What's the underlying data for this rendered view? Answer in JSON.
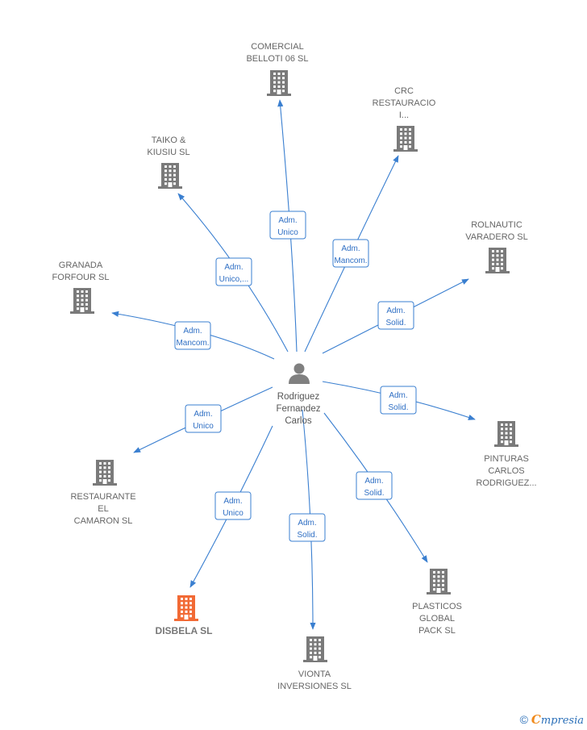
{
  "center": {
    "lines": [
      "Rodriguez",
      "Fernandez",
      "Carlos"
    ]
  },
  "colors": {
    "edge": "#3a7fd0",
    "company": "#7a7a7a",
    "highlight": "#f26a35",
    "person": "#808080"
  },
  "companies": [
    {
      "id": "comercial-belloti",
      "lines": [
        "COMERCIAL",
        "BELLOTI 06 SL"
      ],
      "role": [
        "Adm.",
        "Unico"
      ],
      "highlight": false
    },
    {
      "id": "crc-restauracio",
      "lines": [
        "CRC",
        "RESTAURACIO",
        "I..."
      ],
      "role": [
        "Adm.",
        "Mancom."
      ],
      "highlight": false
    },
    {
      "id": "taiko-kiusiu",
      "lines": [
        "TAIKO &",
        "KIUSIU SL"
      ],
      "role": [
        "Adm.",
        "Unico,..."
      ],
      "highlight": false
    },
    {
      "id": "rolnautic-varadero",
      "lines": [
        "ROLNAUTIC",
        "VARADERO SL"
      ],
      "role": [
        "Adm.",
        "Solid."
      ],
      "highlight": false
    },
    {
      "id": "granada-forfour",
      "lines": [
        "GRANADA",
        "FORFOUR  SL"
      ],
      "role": [
        "Adm.",
        "Mancom."
      ],
      "highlight": false
    },
    {
      "id": "pinturas-carlos",
      "lines": [
        "PINTURAS",
        "CARLOS",
        "RODRIGUEZ..."
      ],
      "role": [
        "Adm.",
        "Solid."
      ],
      "highlight": false
    },
    {
      "id": "restaurante-camaron",
      "lines": [
        "RESTAURANTE",
        "EL",
        "CAMARON SL"
      ],
      "role": [
        "Adm.",
        "Unico"
      ],
      "highlight": false
    },
    {
      "id": "plasticos-global",
      "lines": [
        "PLASTICOS",
        "GLOBAL",
        "PACK  SL"
      ],
      "role": [
        "Adm.",
        "Solid."
      ],
      "highlight": false
    },
    {
      "id": "disbela",
      "lines": [
        "DISBELA  SL"
      ],
      "role": [
        "Adm.",
        "Unico"
      ],
      "highlight": true
    },
    {
      "id": "vionta-inversiones",
      "lines": [
        "VIONTA",
        "INVERSIONES SL"
      ],
      "role": [
        "Adm.",
        "Solid."
      ],
      "highlight": false
    }
  ],
  "footer": {
    "copyright": "©",
    "brand_first": "C",
    "brand_rest": "mpresia"
  }
}
